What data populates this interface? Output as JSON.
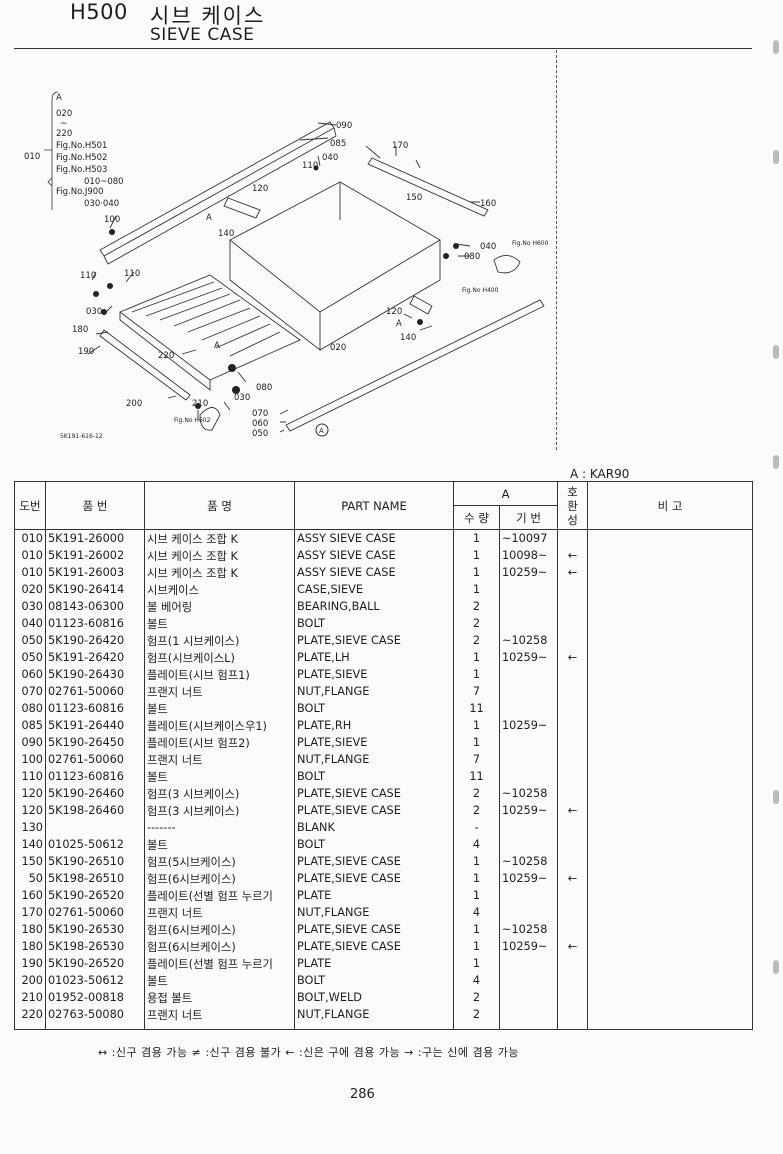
{
  "header": {
    "code": "H500",
    "title_kr": "시브 케이스",
    "title_en": "SIEVE CASE"
  },
  "diagram": {
    "tree": {
      "root": "010",
      "lines": [
        "A",
        "020",
        "~",
        "220",
        "Fig.No.H501",
        "Fig.No.H502",
        "Fig.No.H503",
        "010~080",
        "Fig.No.J900",
        "030·040"
      ]
    },
    "callouts": [
      "090",
      "085",
      "040",
      "110",
      "170",
      "120",
      "150",
      "160",
      "A",
      "140",
      "100",
      "040",
      "080",
      "Fig.No H600",
      "Fig.No H400",
      "110",
      "110",
      "030",
      "180",
      "120",
      "A",
      "140",
      "190",
      "220",
      "020",
      "A",
      "080",
      "030",
      "200",
      "210",
      "Fig.No H602",
      "070",
      "060",
      "050",
      "A"
    ],
    "code": "5K191-616-12"
  },
  "legend_a": "A : KAR90",
  "table": {
    "headers": {
      "no": "도번",
      "part_no": "품   번",
      "name_kr": "품         명",
      "part_name": "PART  NAME",
      "group_a": "A",
      "qty": "수 량",
      "serial": "기 번",
      "compat": [
        "호",
        "환",
        "성"
      ],
      "remarks": "비         고"
    },
    "rows": [
      {
        "no": "010",
        "part": "5K191-26000",
        "kr": "시브 케이스 조합 K",
        "en": "ASSY SIEVE CASE",
        "qty": "1",
        "serial": "~10097",
        "compat": ""
      },
      {
        "no": "010",
        "part": "5K191-26002",
        "kr": "시브 케이스 조합 K",
        "en": "ASSY SIEVE CASE",
        "qty": "1",
        "serial": "10098~",
        "compat": "←"
      },
      {
        "no": "010",
        "part": "5K191-26003",
        "kr": "시브 케이스 조합 K",
        "en": "ASSY SIEVE CASE",
        "qty": "1",
        "serial": "10259~",
        "compat": "←"
      },
      {
        "no": "020",
        "part": "5K190-26414",
        "kr": "시브케이스",
        "en": "CASE,SIEVE",
        "qty": "1",
        "serial": "",
        "compat": ""
      },
      {
        "no": "030",
        "part": "08143-06300",
        "kr": "볼 베어링",
        "en": "BEARING,BALL",
        "qty": "2",
        "serial": "",
        "compat": ""
      },
      {
        "no": "040",
        "part": "01123-60816",
        "kr": "볼트",
        "en": "BOLT",
        "qty": "2",
        "serial": "",
        "compat": ""
      },
      {
        "no": "050",
        "part": "5K190-26420",
        "kr": "험프(1 시브케이스)",
        "en": "PLATE,SIEVE CASE",
        "qty": "2",
        "serial": "~10258",
        "compat": ""
      },
      {
        "no": "050",
        "part": "5K191-26420",
        "kr": "험프(시브케이스L)",
        "en": "PLATE,LH",
        "qty": "1",
        "serial": "10259~",
        "compat": "←"
      },
      {
        "no": "060",
        "part": "5K190-26430",
        "kr": "플레이트(시브 험프1)",
        "en": "PLATE,SIEVE",
        "qty": "1",
        "serial": "",
        "compat": ""
      },
      {
        "no": "070",
        "part": "02761-50060",
        "kr": "프랜지 너트",
        "en": "NUT,FLANGE",
        "qty": "7",
        "serial": "",
        "compat": ""
      },
      {
        "no": "080",
        "part": "01123-60816",
        "kr": "볼트",
        "en": "BOLT",
        "qty": "11",
        "serial": "",
        "compat": ""
      },
      {
        "no": "085",
        "part": "5K191-26440",
        "kr": "플레이트(시브케이스우1)",
        "en": "PLATE,RH",
        "qty": "1",
        "serial": "10259~",
        "compat": ""
      },
      {
        "no": "090",
        "part": "5K190-26450",
        "kr": "플레이트(시브 험프2)",
        "en": "PLATE,SIEVE",
        "qty": "1",
        "serial": "",
        "compat": ""
      },
      {
        "no": "100",
        "part": "02761-50060",
        "kr": "프랜지 너트",
        "en": "NUT,FLANGE",
        "qty": "7",
        "serial": "",
        "compat": ""
      },
      {
        "no": "110",
        "part": "01123-60816",
        "kr": "볼트",
        "en": "BOLT",
        "qty": "11",
        "serial": "",
        "compat": ""
      },
      {
        "no": "120",
        "part": "5K190-26460",
        "kr": "험프(3 시브케이스)",
        "en": "PLATE,SIEVE CASE",
        "qty": "2",
        "serial": "~10258",
        "compat": ""
      },
      {
        "no": "120",
        "part": "5K198-26460",
        "kr": "험프(3 시브케이스)",
        "en": "PLATE,SIEVE CASE",
        "qty": "2",
        "serial": "10259~",
        "compat": "←"
      },
      {
        "no": "130",
        "part": "",
        "kr": "-------",
        "en": "BLANK",
        "qty": "-",
        "serial": "",
        "compat": ""
      },
      {
        "no": "140",
        "part": "01025-50612",
        "kr": "볼트",
        "en": "BOLT",
        "qty": "4",
        "serial": "",
        "compat": ""
      },
      {
        "no": "150",
        "part": "5K190-26510",
        "kr": "험프(5시브케이스)",
        "en": "PLATE,SIEVE CASE",
        "qty": "1",
        "serial": "~10258",
        "compat": ""
      },
      {
        "no": "50",
        "part": "5K198-26510",
        "kr": "험프(6시브케이스)",
        "en": "PLATE,SIEVE CASE",
        "qty": "1",
        "serial": "10259~",
        "compat": "←"
      },
      {
        "no": "160",
        "part": "5K190-26520",
        "kr": "플레이트(선별 험프 누르기",
        "en": "PLATE",
        "qty": "1",
        "serial": "",
        "compat": ""
      },
      {
        "no": "170",
        "part": "02761-50060",
        "kr": "프랜지 너트",
        "en": "NUT,FLANGE",
        "qty": "4",
        "serial": "",
        "compat": ""
      },
      {
        "no": "180",
        "part": "5K190-26530",
        "kr": "험프(6시브케이스)",
        "en": "PLATE,SIEVE CASE",
        "qty": "1",
        "serial": "~10258",
        "compat": ""
      },
      {
        "no": "180",
        "part": "5K198-26530",
        "kr": "험프(6시브케이스)",
        "en": "PLATE,SIEVE CASE",
        "qty": "1",
        "serial": "10259~",
        "compat": "←"
      },
      {
        "no": "190",
        "part": "5K190-26520",
        "kr": "플레이트(선별 험프 누르기",
        "en": "PLATE",
        "qty": "1",
        "serial": "",
        "compat": ""
      },
      {
        "no": "200",
        "part": "01023-50612",
        "kr": "볼트",
        "en": "BOLT",
        "qty": "4",
        "serial": "",
        "compat": ""
      },
      {
        "no": "210",
        "part": "01952-00818",
        "kr": "용접 볼트",
        "en": "BOLT,WELD",
        "qty": "2",
        "serial": "",
        "compat": ""
      },
      {
        "no": "220",
        "part": "02763-50080",
        "kr": "프랜지 너트",
        "en": "NUT,FLANGE",
        "qty": "2",
        "serial": "",
        "compat": ""
      }
    ]
  },
  "footer_legend": "↔ :신구 겸용 가능     ≠ :신구 겸용 불가     ← :신은 구에 겸용 가능     → :구는 신에 겸용 가능",
  "page_number": "286"
}
